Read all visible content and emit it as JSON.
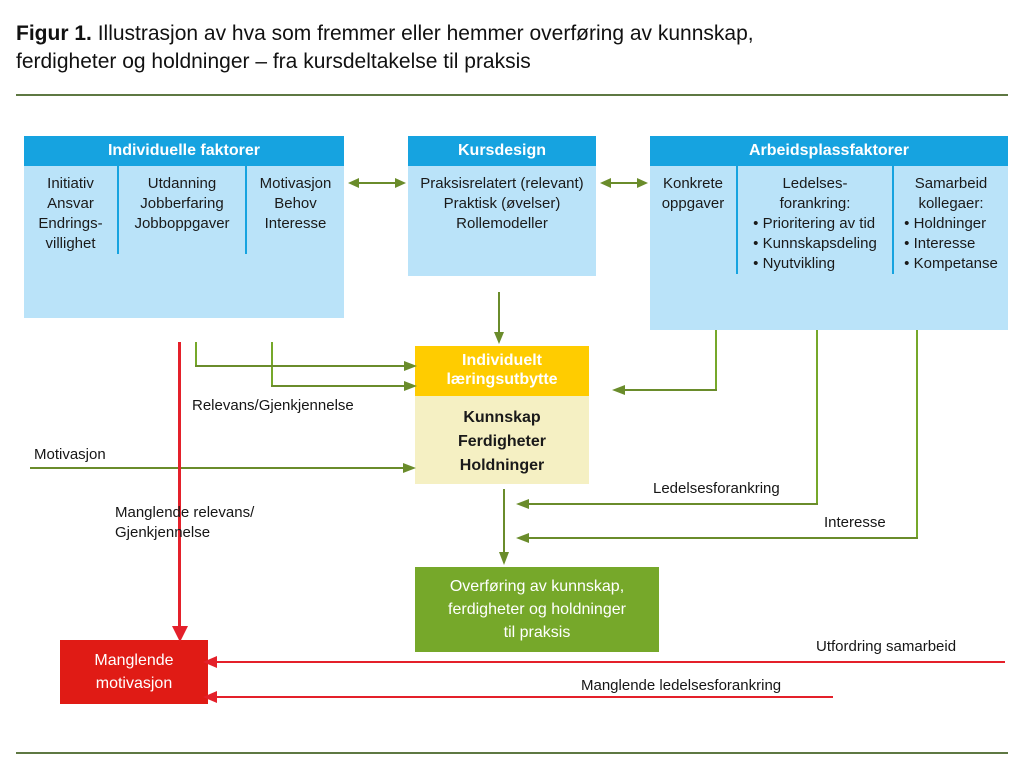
{
  "figure": {
    "label": "Figur 1.",
    "caption_line1": "Illustrasjon av hva som fremmer eller hemmer overføring av kunnskap,",
    "caption_line2": "ferdigheter og holdninger – fra kursdeltakelse til praksis"
  },
  "colors": {
    "header_blue": "#16A3E0",
    "body_blue": "#BAE3F9",
    "header_yellow": "#FFCC00",
    "body_cream": "#F5F0C3",
    "green": "#76A82A",
    "red": "#E01B15",
    "arrow_green": "#76A82A",
    "arrow_red": "#E4202A",
    "rule_olive": "#5E7843"
  },
  "boxes": {
    "individuelle": {
      "title": "Individuelle faktorer",
      "columns": [
        {
          "lines": [
            "Initiativ",
            "Ansvar",
            "Endrings-",
            "villighet"
          ]
        },
        {
          "lines": [
            "Utdanning",
            "Jobberfaring",
            "Jobboppgaver"
          ]
        },
        {
          "lines": [
            "Motivasjon",
            "Behov",
            "Interesse"
          ]
        }
      ]
    },
    "kursdesign": {
      "title": "Kursdesign",
      "lines": [
        "Praksisrelatert (relevant)",
        "Praktisk (øvelser)",
        "Rollemodeller"
      ]
    },
    "arbeidsplass": {
      "title": "Arbeidsplassfaktorer",
      "columns": [
        {
          "lines": [
            "Konkrete",
            "oppgaver"
          ],
          "bullets": []
        },
        {
          "lines": [
            "Ledelses-",
            "forankring:"
          ],
          "bullets": [
            "Prioritering av tid",
            "Kunnskapsdeling",
            "Nyutvikling"
          ]
        },
        {
          "lines": [
            "Samarbeid",
            "kollegaer:"
          ],
          "bullets": [
            "Holdninger",
            "Interesse",
            "Kompetanse"
          ]
        }
      ]
    },
    "laeringsutbytte": {
      "title_line1": "Individuelt",
      "title_line2": "læringsutbytte",
      "lines": [
        "Kunnskap",
        "Ferdigheter",
        "Holdninger"
      ]
    },
    "overforing": {
      "line1": "Overføring av kunnskap,",
      "line2": "ferdigheter og holdninger",
      "line3": "til praksis"
    },
    "manglende_motivasjon": {
      "line1": "Manglende",
      "line2": "motivasjon"
    }
  },
  "labels": {
    "relevans_gjenkjennelse": "Relevans/Gjenkjennelse",
    "motivasjon": "Motivasjon",
    "manglende_relevans_line1": "Manglende relevans/",
    "manglende_relevans_line2": "Gjenkjennelse",
    "ledelsesforankring": "Ledelsesforankring",
    "interesse": "Interesse",
    "utfordring_samarbeid": "Utfordring samarbeid",
    "manglende_ledelsesforankring": "Manglende ledelsesforankring"
  }
}
